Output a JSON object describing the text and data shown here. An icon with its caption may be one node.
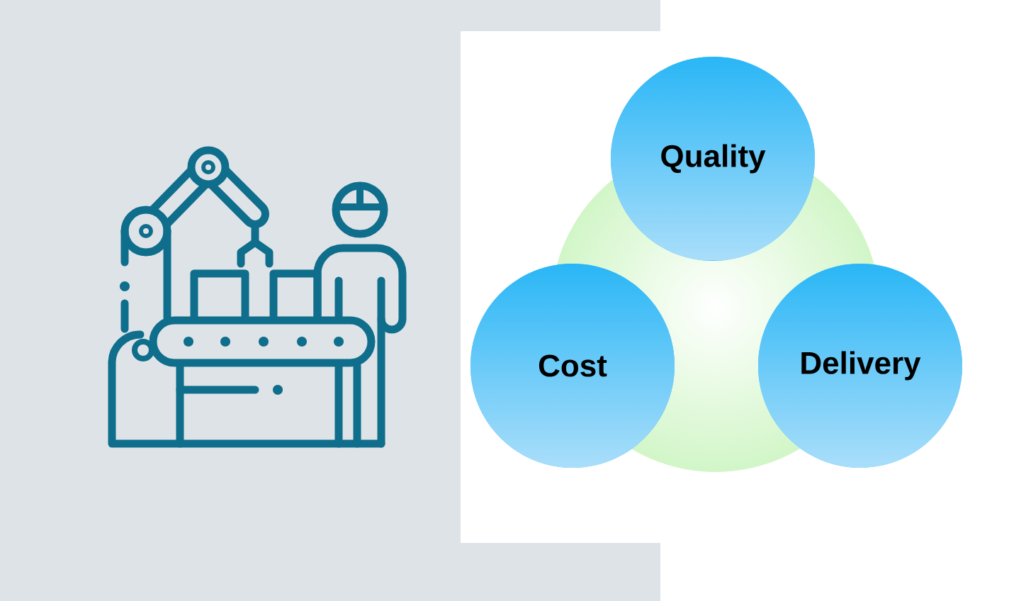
{
  "diagram": {
    "nodes": [
      {
        "text": [
          "Quality"
        ]
      },
      {
        "text": [
          "Cost"
        ]
      },
      {
        "text": [
          "Delivery"
        ]
      },
      {
        "text": [],
        "shape": "circle"
      }
    ]
  }
}
